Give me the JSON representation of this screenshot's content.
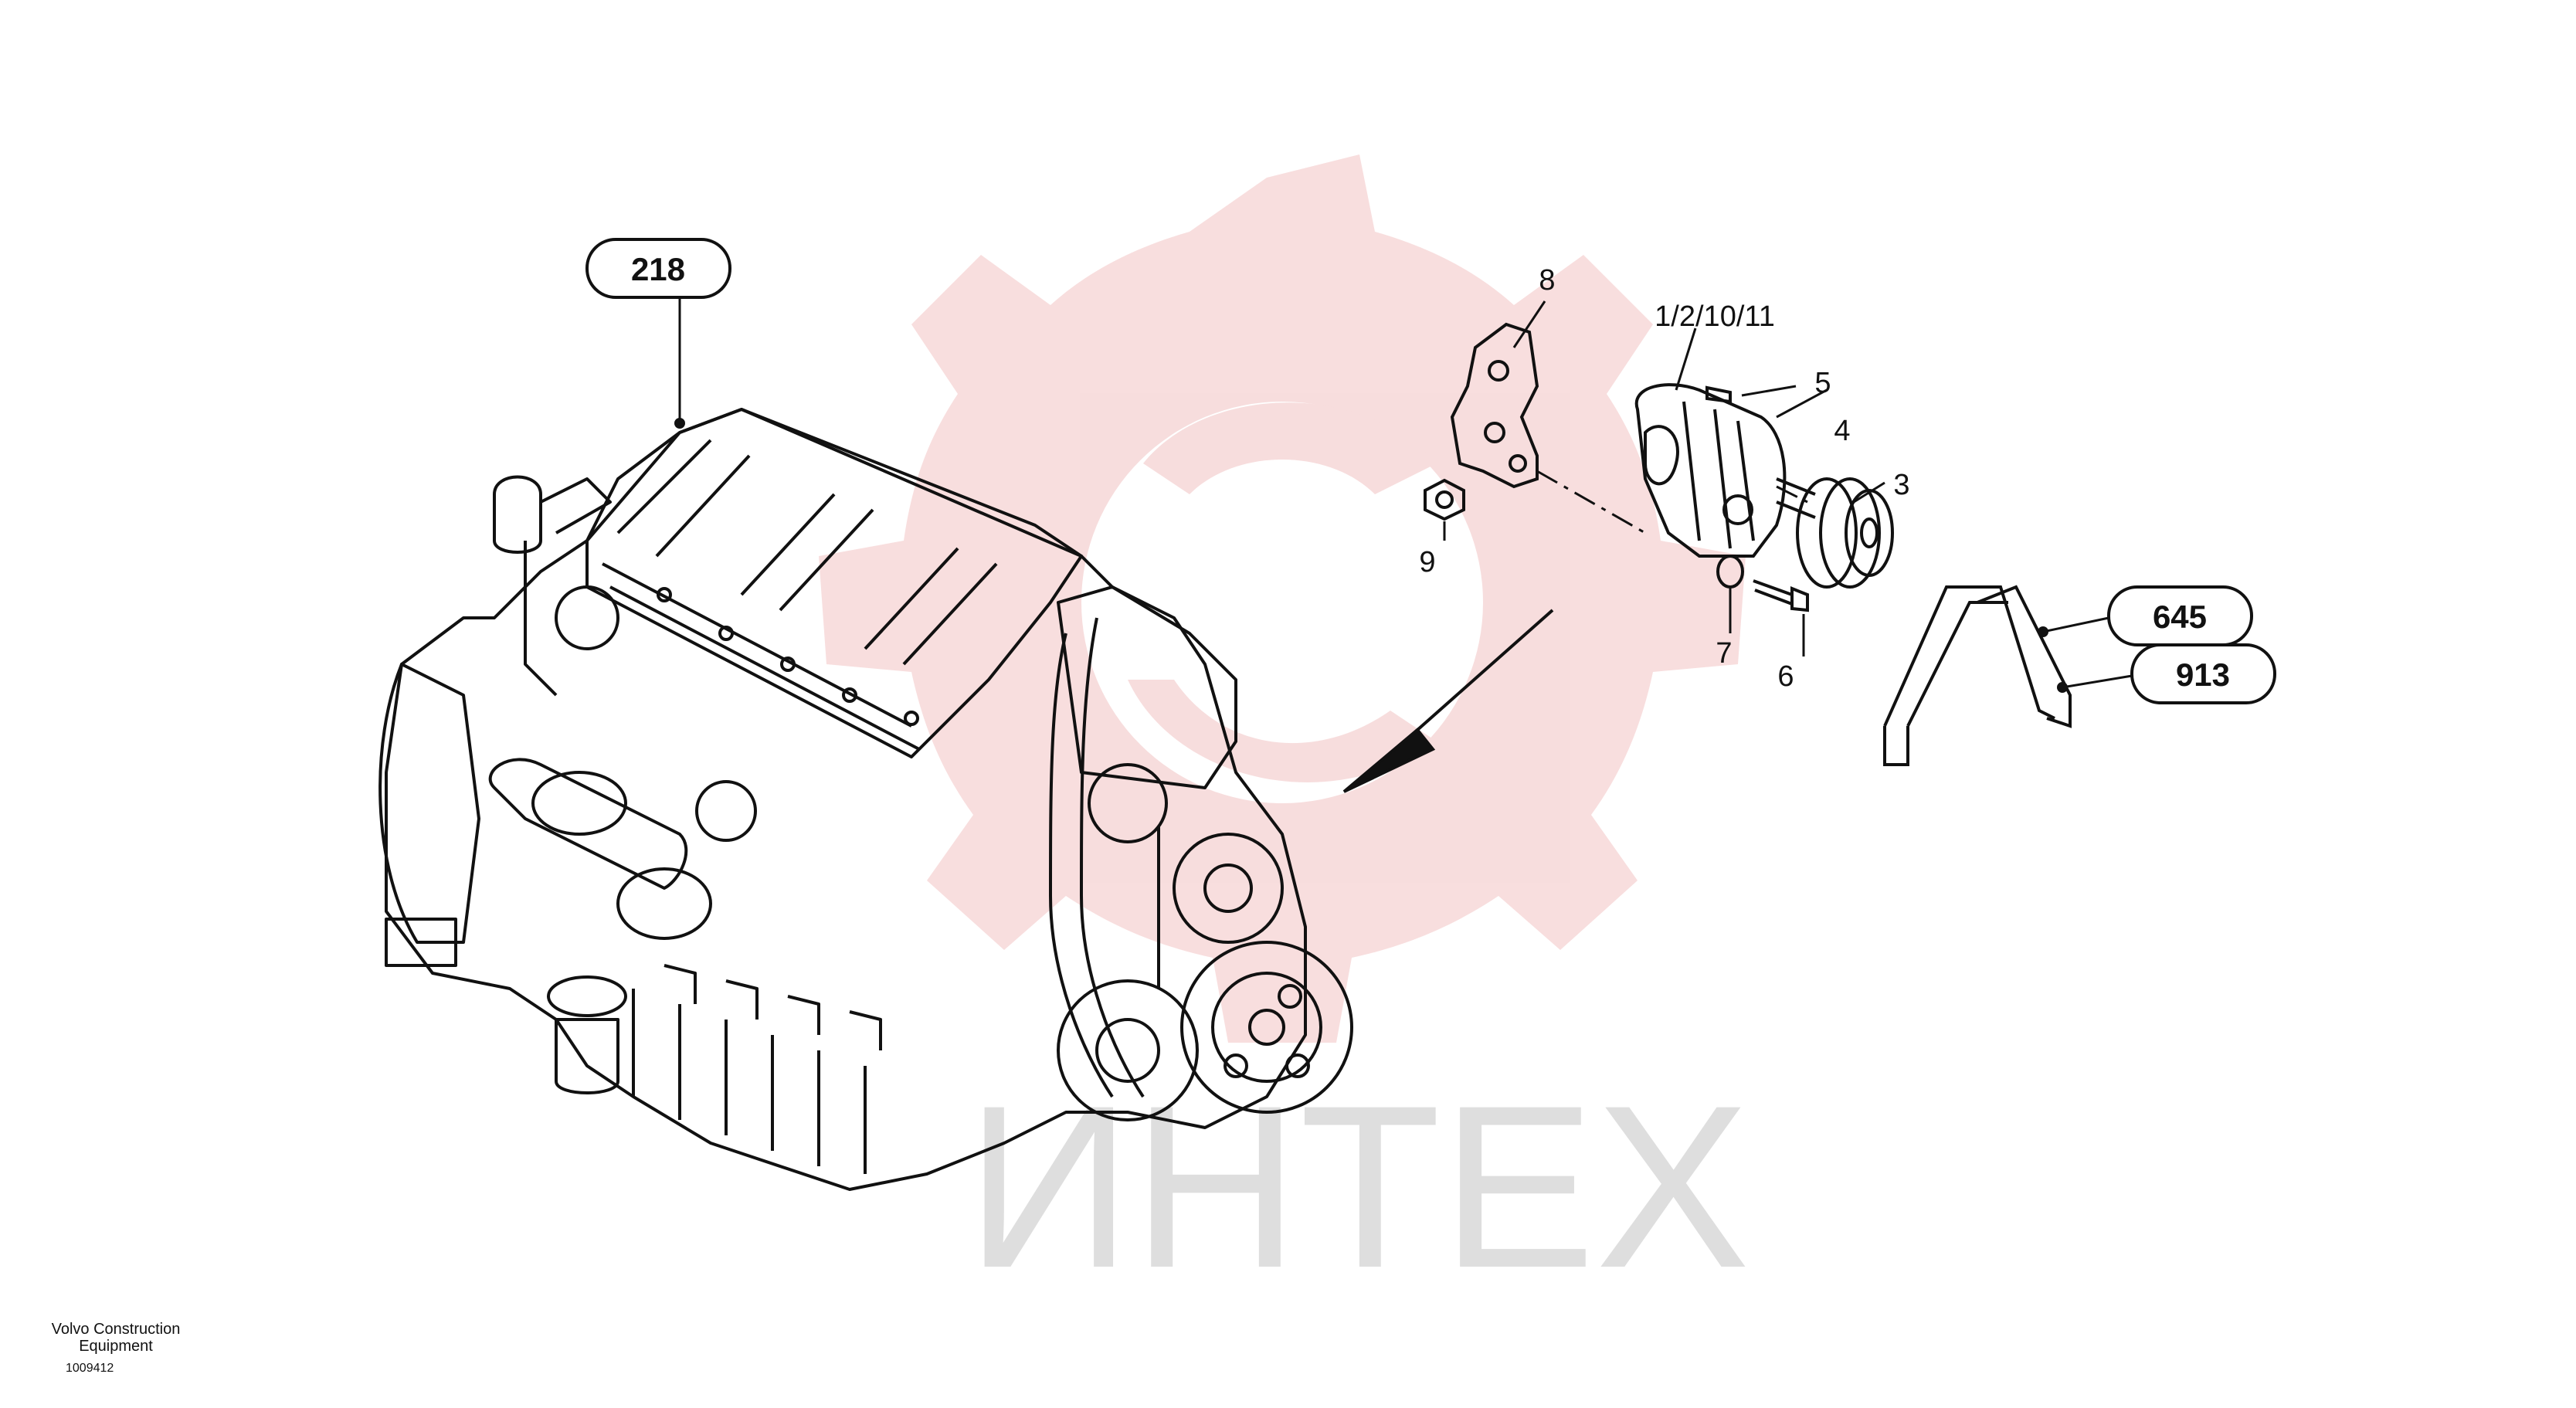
{
  "watermark": {
    "text": "ИНТЕХ",
    "gear_color": "#f2c2c2",
    "text_color": "#d6d6d6"
  },
  "badges": [
    {
      "id": "b218",
      "label": "218"
    },
    {
      "id": "b645",
      "label": "645"
    },
    {
      "id": "b913",
      "label": "913"
    }
  ],
  "callouts": [
    {
      "id": "c8",
      "label": "8"
    },
    {
      "id": "c1",
      "label": "1/2/10/11"
    },
    {
      "id": "c5",
      "label": "5"
    },
    {
      "id": "c4",
      "label": "4"
    },
    {
      "id": "c3",
      "label": "3"
    },
    {
      "id": "c9",
      "label": "9"
    },
    {
      "id": "c7",
      "label": "7"
    },
    {
      "id": "c6",
      "label": "6"
    }
  ],
  "footer": {
    "brand_line1": "Volvo Construction",
    "brand_line2": "Equipment",
    "doc_id": "1009412"
  },
  "colors": {
    "line": "#111111",
    "paper": "#ffffff"
  }
}
